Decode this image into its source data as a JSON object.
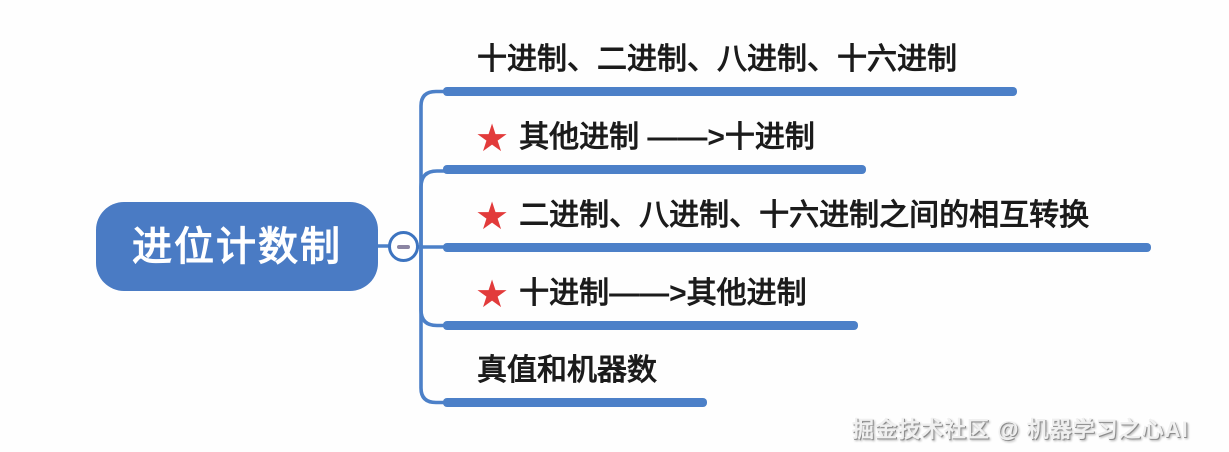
{
  "root": {
    "label": "进位计数制"
  },
  "collapse_button": {
    "state": "expanded",
    "symbol": "minus"
  },
  "branches": [
    {
      "label": "十进制、二进制、八进制、十六进制",
      "starred": false
    },
    {
      "label": "其他进制 ——>十进制",
      "starred": true
    },
    {
      "label": "二进制、八进制、十六进制之间的相互转换",
      "starred": true
    },
    {
      "label": "十进制——>其他进制",
      "starred": true
    },
    {
      "label": "真值和机器数",
      "starred": false
    }
  ],
  "icons": {
    "star": "★"
  },
  "watermark": {
    "text": "掘金技术社区 @ 机器学习之心AI"
  },
  "colors": {
    "node_blue": "#4a7bc4",
    "line_blue": "#4c80c8",
    "star_red": "#e23b3b",
    "text_black": "#1b1b1b",
    "minus_gray": "#8b85a3",
    "background": "#fefefe"
  }
}
